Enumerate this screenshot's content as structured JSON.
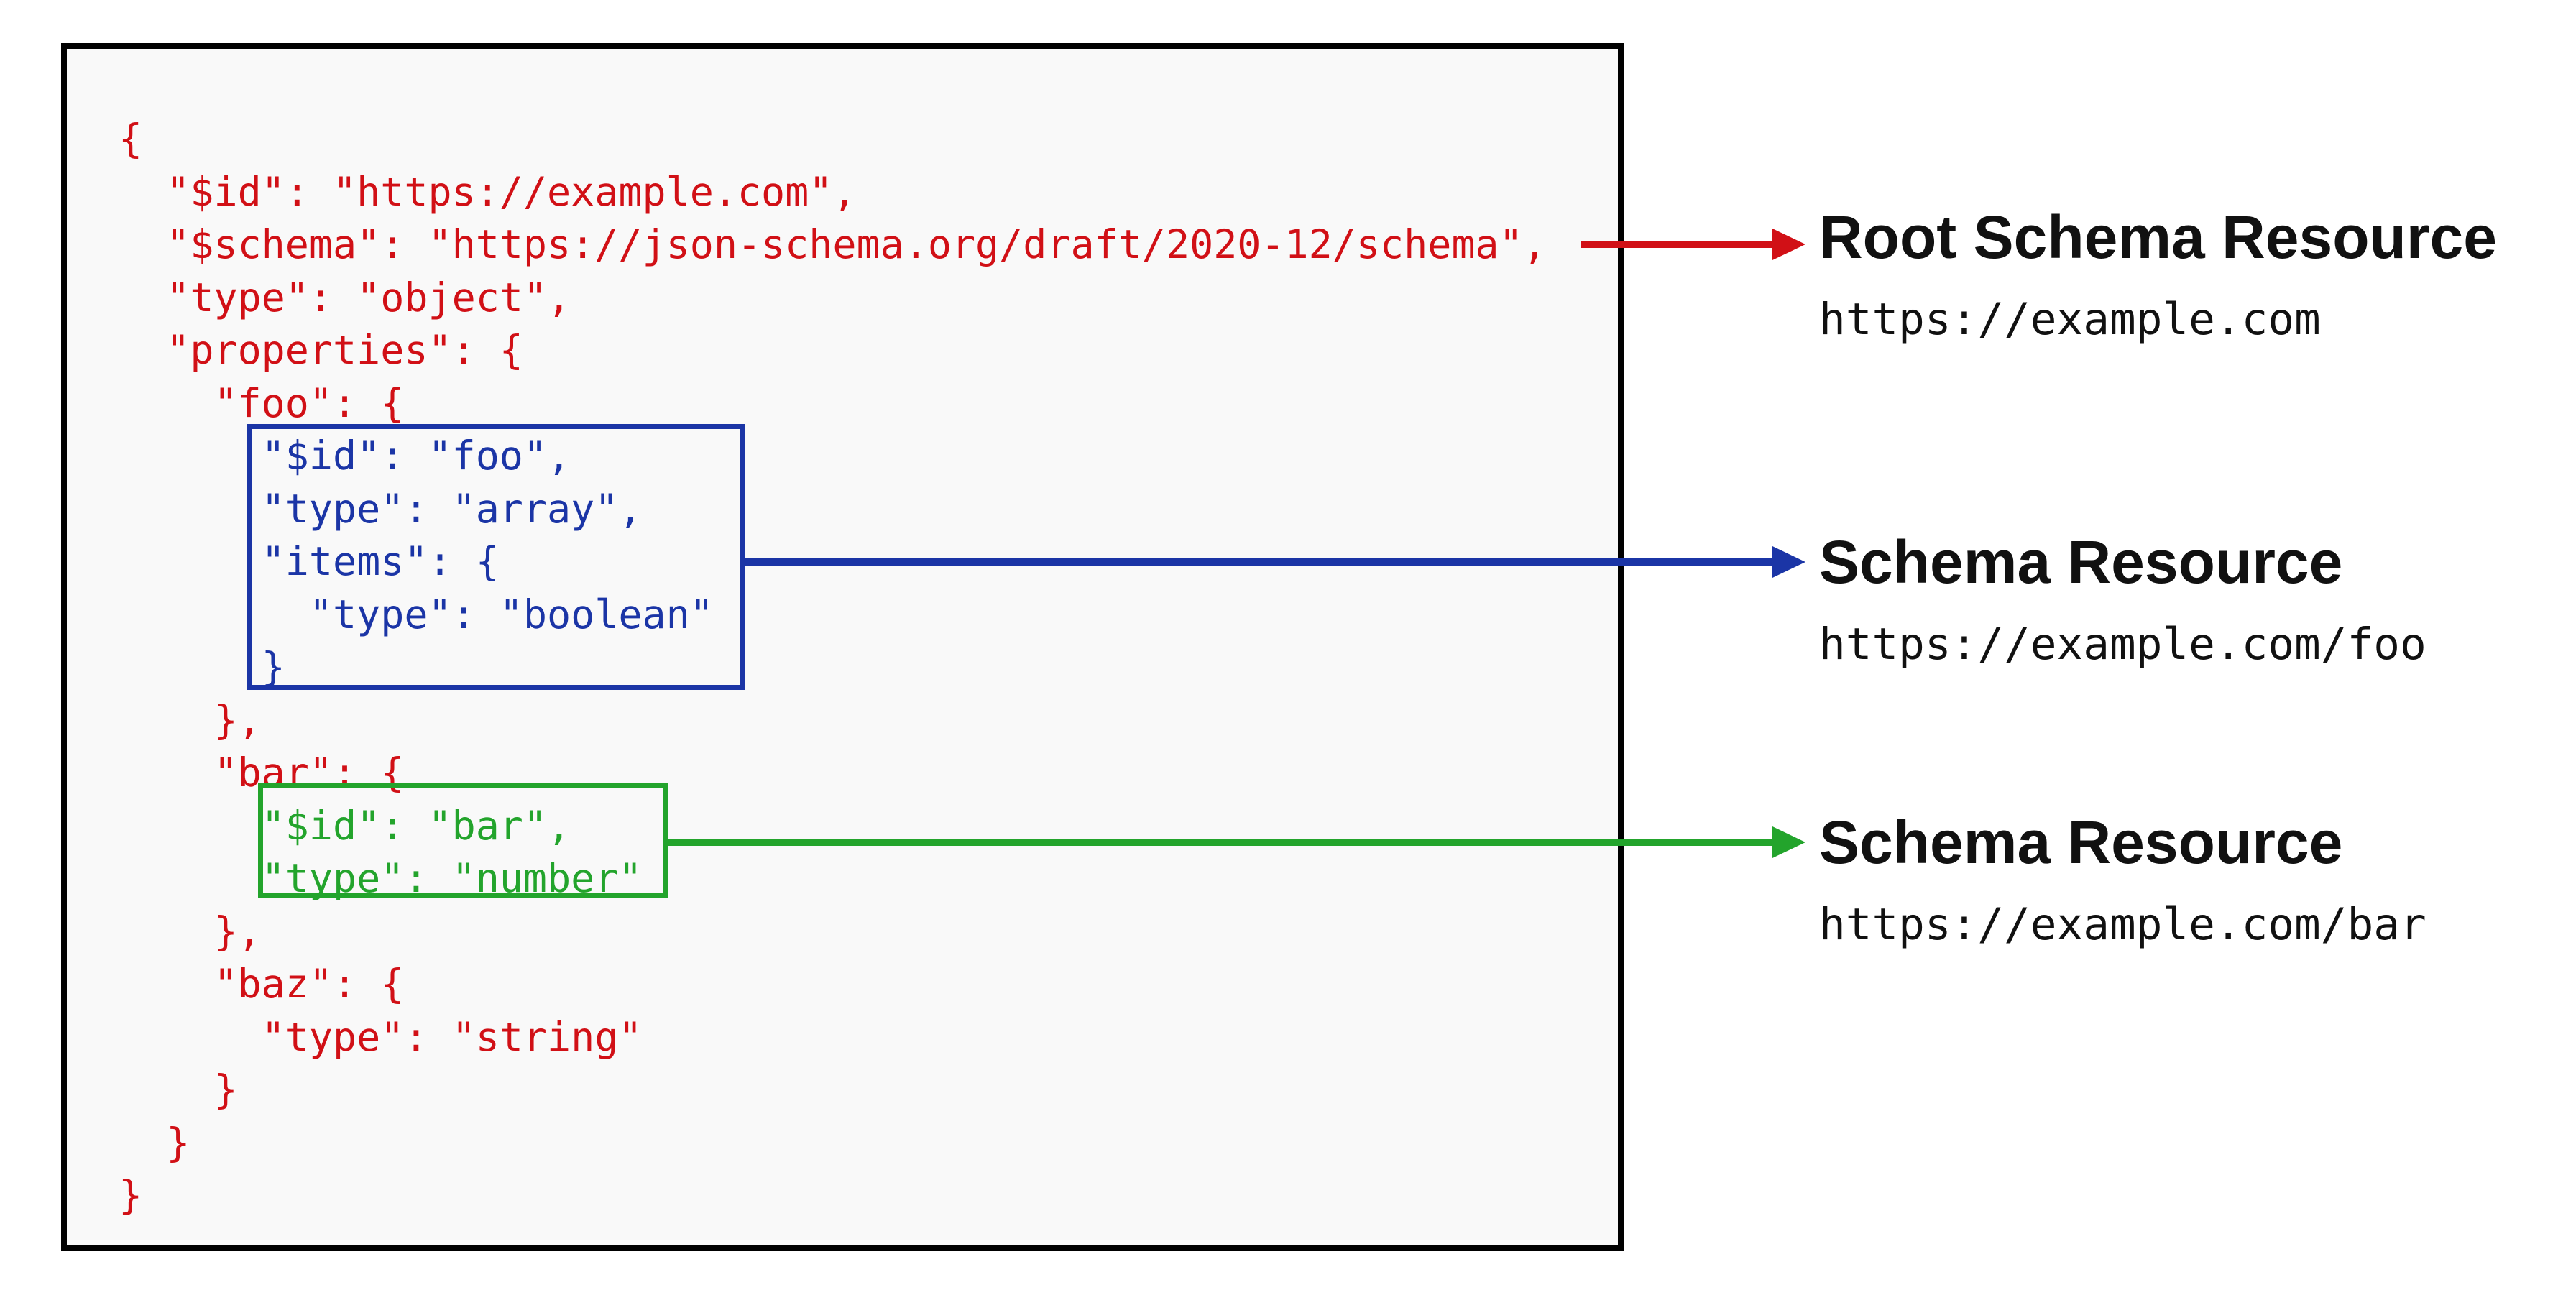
{
  "diagram": {
    "code_panel": {
      "lines": [
        {
          "text": "{",
          "color": "red"
        },
        {
          "text": "  \"$id\": \"https://example.com\",",
          "color": "red"
        },
        {
          "text": "  \"$schema\": \"https://json-schema.org/draft/2020-12/schema\",",
          "color": "red"
        },
        {
          "text": "  \"type\": \"object\",",
          "color": "red"
        },
        {
          "text": "  \"properties\": {",
          "color": "red"
        },
        {
          "text": "    \"foo\": {",
          "color": "red"
        },
        {
          "text": "      \"$id\": \"foo\",",
          "color": "blue"
        },
        {
          "text": "      \"type\": \"array\",",
          "color": "blue"
        },
        {
          "text": "      \"items\": {",
          "color": "blue"
        },
        {
          "text": "        \"type\": \"boolean\"",
          "color": "blue"
        },
        {
          "text": "      }",
          "color": "blue"
        },
        {
          "text": "    },",
          "color": "red"
        },
        {
          "text": "    \"bar\": {",
          "color": "red"
        },
        {
          "text": "      \"$id\": \"bar\",",
          "color": "green"
        },
        {
          "text": "      \"type\": \"number\"",
          "color": "green"
        },
        {
          "text": "    },",
          "color": "red"
        },
        {
          "text": "    \"baz\": {",
          "color": "red"
        },
        {
          "text": "      \"type\": \"string\"",
          "color": "red"
        },
        {
          "text": "    }",
          "color": "red"
        },
        {
          "text": "  }",
          "color": "red"
        },
        {
          "text": "}",
          "color": "red"
        }
      ]
    },
    "annotations": [
      {
        "title": "Root Schema Resource",
        "url": "https://example.com",
        "color": "red"
      },
      {
        "title": "Schema Resource",
        "url": "https://example.com/foo",
        "color": "blue"
      },
      {
        "title": "Schema Resource",
        "url": "https://example.com/bar",
        "color": "green"
      }
    ],
    "colors": {
      "red": "#d11016",
      "blue": "#1b35a6",
      "green": "#23a42c",
      "panel_border": "#000000",
      "panel_bg": "#f9f9f9",
      "label_text": "#111111"
    }
  }
}
